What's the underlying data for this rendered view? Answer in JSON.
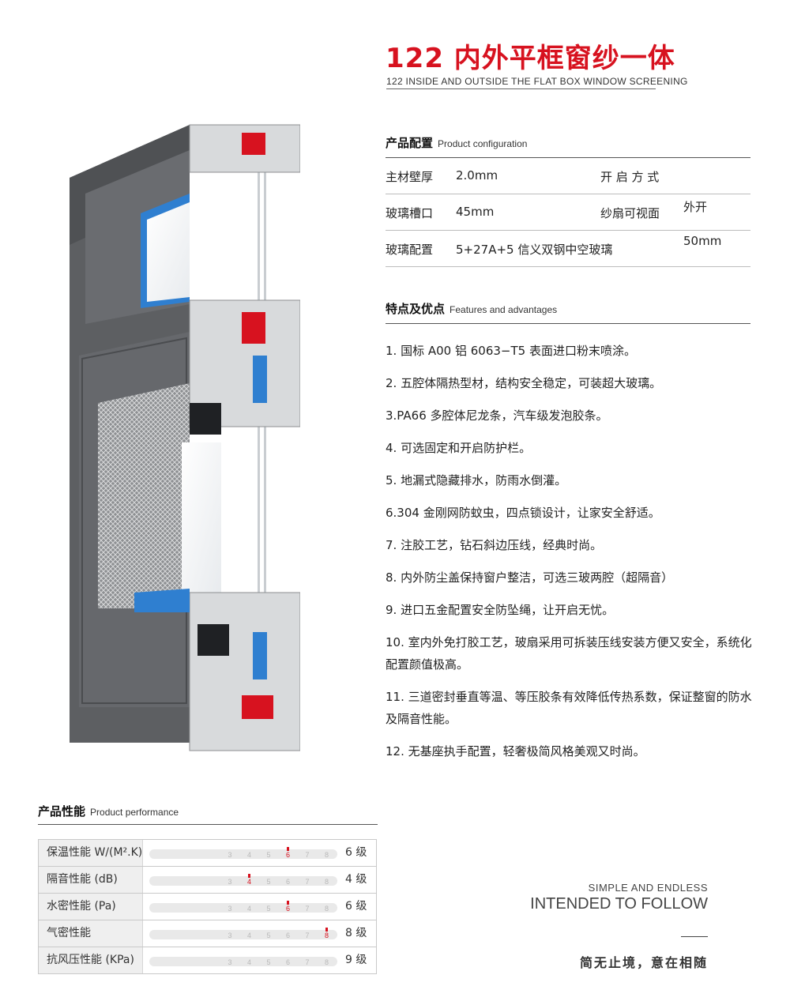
{
  "header": {
    "title": "122 内外平框窗纱一体",
    "subtitle": "122 INSIDE AND OUTSIDE THE FLAT BOX WINDOW SCREENING"
  },
  "configuration": {
    "heading_cn": "产品配置",
    "heading_en": "Product configuration",
    "rows": [
      {
        "label": "主材壁厚",
        "value": "2.0mm",
        "label2": "开 启 方 式"
      },
      {
        "label": "玻璃槽口",
        "value": "45mm",
        "label2": "纱扇可视面"
      },
      {
        "label": "玻璃配置",
        "value": "5+27A+5 信义双钢中空玻璃",
        "label2": ""
      }
    ],
    "opening_value": "外开",
    "screen_value": "50mm"
  },
  "features": {
    "heading_cn": "特点及优点",
    "heading_en": "Features and advantages",
    "items": [
      "1. 国标 A00 铝 6063−T5 表面进口粉末喷涂。",
      "2. 五腔体隔热型材，结构安全稳定，可装超大玻璃。",
      "3.PA66 多腔体尼龙条，汽车级发泡胶条。",
      "4. 可选固定和开启防护栏。",
      "5. 地漏式隐藏排水，防雨水倒灌。",
      "6.304 金刚网防蚊虫，四点锁设计，让家安全舒适。",
      "7. 注胶工艺，钻石斜边压线，经典时尚。",
      "8. 内外防尘盖保持窗户整洁，可选三玻两腔（超隔音）",
      "9. 进口五金配置安全防坠绳，让开启无忧。",
      "10. 室内外免打胶工艺，玻扇采用可拆装压线安装方便又安全，系统化配置颜值极高。",
      "11. 三道密封垂直等温、等压胶条有效降低传热系数，保证整窗的防水及隔音性能。",
      "12. 无基座执手配置，轻奢极简风格美观又时尚。"
    ]
  },
  "performance": {
    "heading_cn": "产品性能",
    "heading_en": "Product performance",
    "scale": [
      "3",
      "4",
      "5",
      "6",
      "7",
      "8",
      "9",
      "10"
    ],
    "rows": [
      {
        "label": "保温性能 W/(M².K)",
        "level": 6,
        "grade": "6 级"
      },
      {
        "label": "隔音性能 (dB)",
        "level": 4,
        "grade": "4 级"
      },
      {
        "label": "水密性能 (Pa)",
        "level": 6,
        "grade": "6 级"
      },
      {
        "label": "气密性能",
        "level": 8,
        "grade": "8 级"
      },
      {
        "label": "抗风压性能 (KPa)",
        "level": 9,
        "grade": "9 级"
      }
    ]
  },
  "slogan": {
    "line1": "SIMPLE AND ENDLESS",
    "line2": "INTENDED TO FOLLOW",
    "line3": "简无止境，意在相随"
  },
  "colors": {
    "accent_red": "#d7121f",
    "frame_gray": "#5a5c5f",
    "seal_blue": "#2f7fd0"
  }
}
